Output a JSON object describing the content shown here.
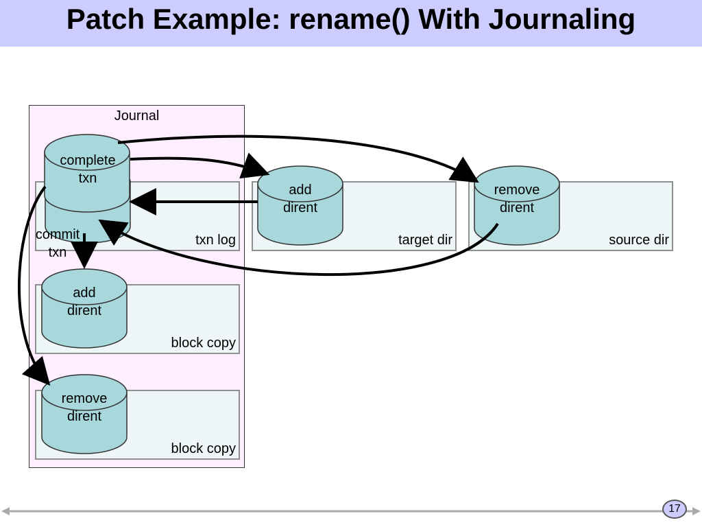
{
  "slide": {
    "title": "Patch Example: rename() With Journaling",
    "page_number": "17"
  },
  "journal": {
    "label": "Journal"
  },
  "boxes": {
    "txn_log": "txn log",
    "target_dir": "target dir",
    "source_dir": "source dir",
    "block_copy_1": "block copy",
    "block_copy_2": "block copy"
  },
  "cylinders": {
    "complete_txn": "complete\ntxn",
    "commit_txn": "commit\ntxn",
    "add_dirent_target": "add\ndirent",
    "remove_dirent_source": "remove\ndirent",
    "add_dirent_copy": "add\ndirent",
    "remove_dirent_copy": "remove\ndirent"
  },
  "colors": {
    "title_bar": "#ccccff",
    "journal_bg": "#ffeeff",
    "box_bg": "#eef6f7",
    "cylinder_fill": "#a8d8dc",
    "arrow": "#000000"
  }
}
